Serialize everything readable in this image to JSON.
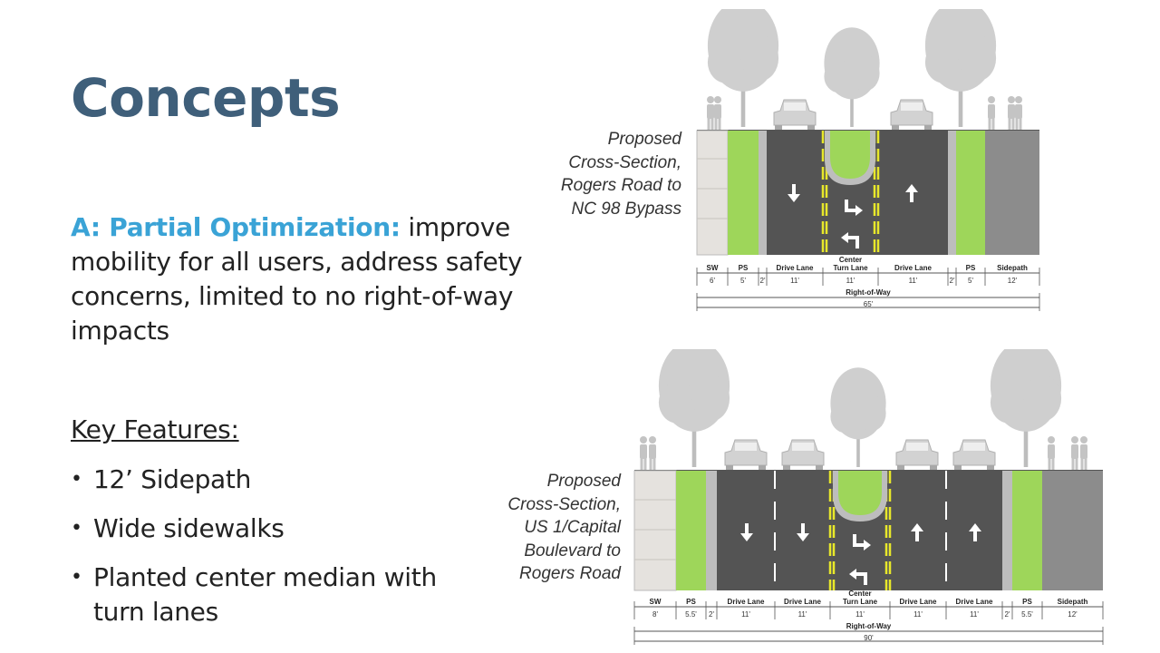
{
  "title": "Concepts",
  "description": {
    "highlight": "A: Partial Optimization:",
    "text": " improve mobility for all users, address safety concerns, limited to no right-of-way impacts"
  },
  "key_features": {
    "heading": "Key Features:",
    "items": [
      "12’ Sidepath",
      "Wide sidewalks",
      "Planted center median with turn lanes"
    ]
  },
  "cross_sections": [
    {
      "caption": [
        "Proposed",
        "Cross-Section,",
        "Rogers Road to",
        "NC 98 Bypass"
      ],
      "segments": [
        {
          "label": "SW",
          "width": "6'"
        },
        {
          "label": "PS",
          "width": "5'"
        },
        {
          "label": "",
          "width": "2'"
        },
        {
          "label": "Drive Lane",
          "width": "11'"
        },
        {
          "label": "Center Turn Lane",
          "width": "11'"
        },
        {
          "label": "Drive Lane",
          "width": "11'"
        },
        {
          "label": "",
          "width": "2'"
        },
        {
          "label": "PS",
          "width": "5'"
        },
        {
          "label": "Sidepath",
          "width": "12'"
        }
      ],
      "row_label": "Right-of-Way",
      "row_width": "65'"
    },
    {
      "caption": [
        "Proposed",
        "Cross-Section,",
        "US 1/Capital",
        "Boulevard to",
        "Rogers Road"
      ],
      "segments": [
        {
          "label": "SW",
          "width": "8'"
        },
        {
          "label": "PS",
          "width": "5.5'"
        },
        {
          "label": "",
          "width": "2'"
        },
        {
          "label": "Drive Lane",
          "width": "11'"
        },
        {
          "label": "Drive Lane",
          "width": "11'"
        },
        {
          "label": "Center Turn Lane",
          "width": "11'"
        },
        {
          "label": "Drive Lane",
          "width": "11'"
        },
        {
          "label": "Drive Lane",
          "width": "11'"
        },
        {
          "label": "",
          "width": "2'"
        },
        {
          "label": "PS",
          "width": "5.5'"
        },
        {
          "label": "Sidepath",
          "width": "12'"
        }
      ],
      "row_label": "Right-of-Way",
      "row_width": "90'"
    }
  ],
  "colors": {
    "title": "#3f5f7a",
    "highlight": "#3aa3d6",
    "planting_strip": "#9ed65a",
    "asphalt": "#545454",
    "sidepath": "#8c8c8c",
    "sidewalk": "#e5e2de",
    "median_stripe": "#e8e82a"
  }
}
